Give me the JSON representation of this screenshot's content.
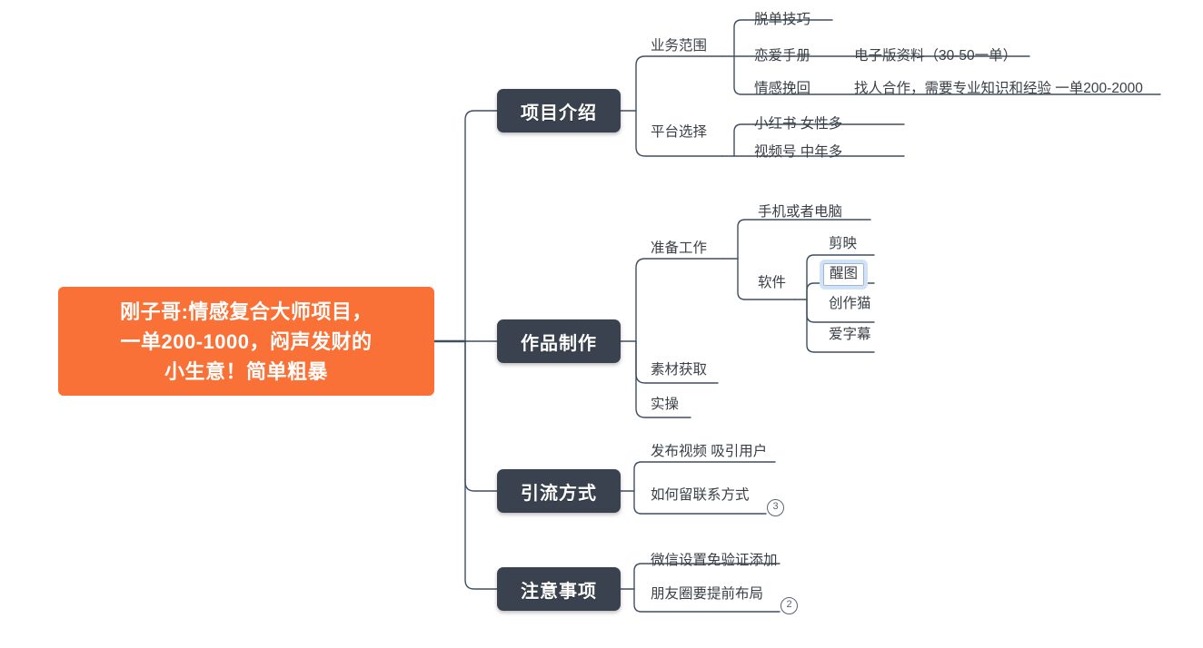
{
  "diagram": {
    "type": "mindmap",
    "background": "#ffffff",
    "line_color": "#3f4f63",
    "root_color": "#f97136",
    "branch_color": "#39424e",
    "text_color": "#3a3f46",
    "selection_color": "#cfe2f7",
    "root": {
      "lines": [
        "刚子哥:情感复合大师项目，",
        "一单200-1000，闷声发财的",
        "小生意！简单粗暴"
      ]
    },
    "branches": [
      {
        "label": "项目介绍",
        "children": [
          {
            "label": "业务范围",
            "children": [
              {
                "label": "脱单技巧",
                "children": []
              },
              {
                "label": "恋爱手册",
                "children": [
                  {
                    "label": "电子版资料（30-50一单）"
                  }
                ]
              },
              {
                "label": "情感挽回",
                "children": [
                  {
                    "label": "找人合作，需要专业知识和经验  一单200-2000"
                  }
                ]
              }
            ]
          },
          {
            "label": "平台选择",
            "children": [
              {
                "label": "小红书          女性多",
                "children": []
              },
              {
                "label": "视频号          中年多",
                "children": []
              }
            ]
          }
        ]
      },
      {
        "label": "作品制作",
        "children": [
          {
            "label": "准备工作",
            "children": [
              {
                "label": "手机或者电脑",
                "children": []
              },
              {
                "label": "软件",
                "children": [
                  {
                    "label": "剪映",
                    "selected": false
                  },
                  {
                    "label": "醒图",
                    "selected": true
                  },
                  {
                    "label": "创作猫",
                    "selected": false
                  },
                  {
                    "label": "爱字幕",
                    "selected": false
                  }
                ]
              }
            ]
          },
          {
            "label": "素材获取",
            "children": []
          },
          {
            "label": "实操",
            "children": []
          }
        ]
      },
      {
        "label": "引流方式",
        "children": [
          {
            "label": "发布视频 吸引用户",
            "children": []
          },
          {
            "label": "如何留联系方式",
            "badge": "3",
            "children": []
          }
        ]
      },
      {
        "label": "注意事项",
        "children": [
          {
            "label": "微信设置免验证添加",
            "children": []
          },
          {
            "label": "朋友圈要提前布局",
            "badge": "2",
            "children": []
          }
        ]
      }
    ]
  }
}
